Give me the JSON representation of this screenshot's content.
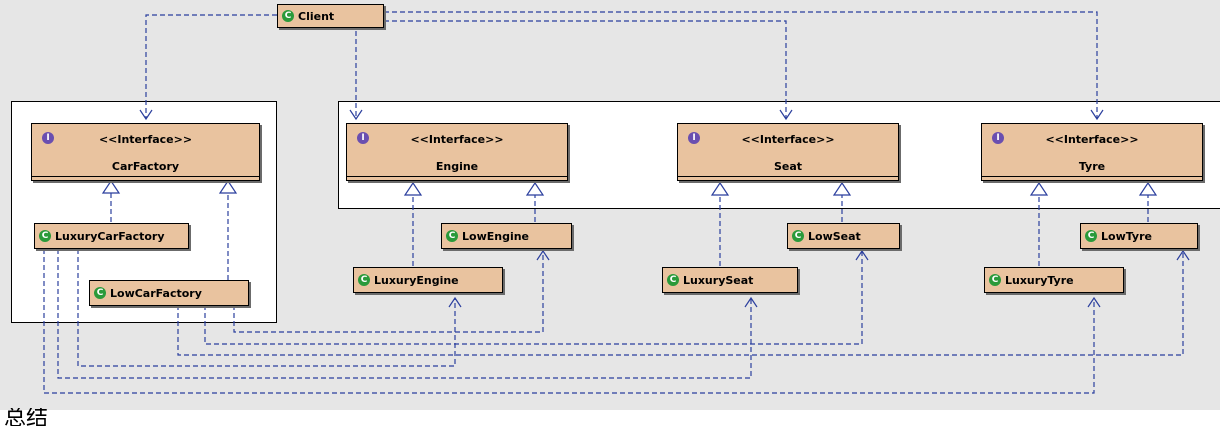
{
  "diagram": {
    "stereotype": "<<Interface>>",
    "client": {
      "name": "Client"
    },
    "interfaces": [
      {
        "id": "carfactory",
        "name": "CarFactory"
      },
      {
        "id": "engine",
        "name": "Engine"
      },
      {
        "id": "seat",
        "name": "Seat"
      },
      {
        "id": "tyre",
        "name": "Tyre"
      }
    ],
    "classes": [
      {
        "id": "luxurycarfactory",
        "name": "LuxuryCarFactory"
      },
      {
        "id": "lowcarfactory",
        "name": "LowCarFactory"
      },
      {
        "id": "lowengine",
        "name": "LowEngine"
      },
      {
        "id": "luxuryengine",
        "name": "LuxuryEngine"
      },
      {
        "id": "lowseat",
        "name": "LowSeat"
      },
      {
        "id": "luxuryseat",
        "name": "LuxurySeat"
      },
      {
        "id": "lowtyre",
        "name": "LowTyre"
      },
      {
        "id": "luxurytyre",
        "name": "LuxuryTyre"
      }
    ],
    "icons": {
      "class": "class-icon",
      "interface": "interface-icon",
      "class_glyph": "C",
      "interface_glyph": "I"
    },
    "colors": {
      "box_fill": "#e9c39f",
      "line": "#2b3f9e",
      "canvas": "#e6e6e6",
      "class_icon": "#2a9a3a",
      "interface_icon": "#6a4fb0"
    }
  },
  "caption": "总结"
}
